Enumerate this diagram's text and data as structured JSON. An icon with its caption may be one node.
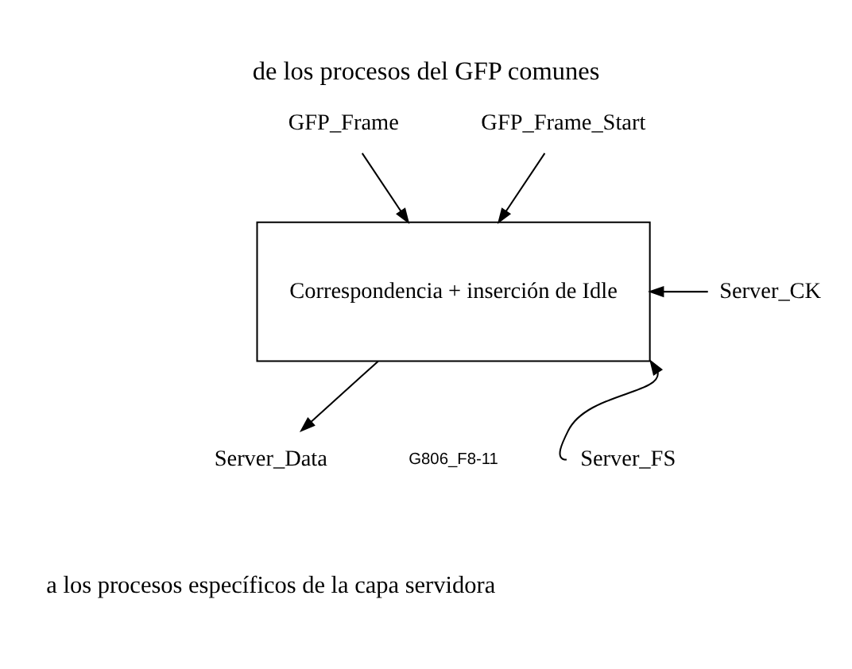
{
  "diagram": {
    "title": "de los procesos del GFP comunes",
    "caption": "a los procesos específicos de la capa servidora",
    "nodes": [
      {
        "text": [
          "GFP_Frame"
        ]
      },
      {
        "text": [
          "GFP_Frame_Start"
        ]
      },
      {
        "text": [
          "Correspondencia + inserción de Idle"
        ]
      },
      {
        "text": [
          "Server_CK"
        ]
      },
      {
        "text": [
          "Server_FS"
        ]
      },
      {
        "text": [
          "Server_Data"
        ]
      }
    ],
    "edges": [
      {
        "from": 0,
        "to": 2,
        "arrow": "to"
      },
      {
        "from": 1,
        "to": 2,
        "arrow": "to"
      },
      {
        "from": 3,
        "to": 2,
        "arrow": "to"
      },
      {
        "from": 4,
        "to": 2,
        "arrow": "to"
      },
      {
        "from": 2,
        "to": 5,
        "arrow": "to"
      }
    ],
    "labels": [
      "G806_F8-11"
    ]
  }
}
